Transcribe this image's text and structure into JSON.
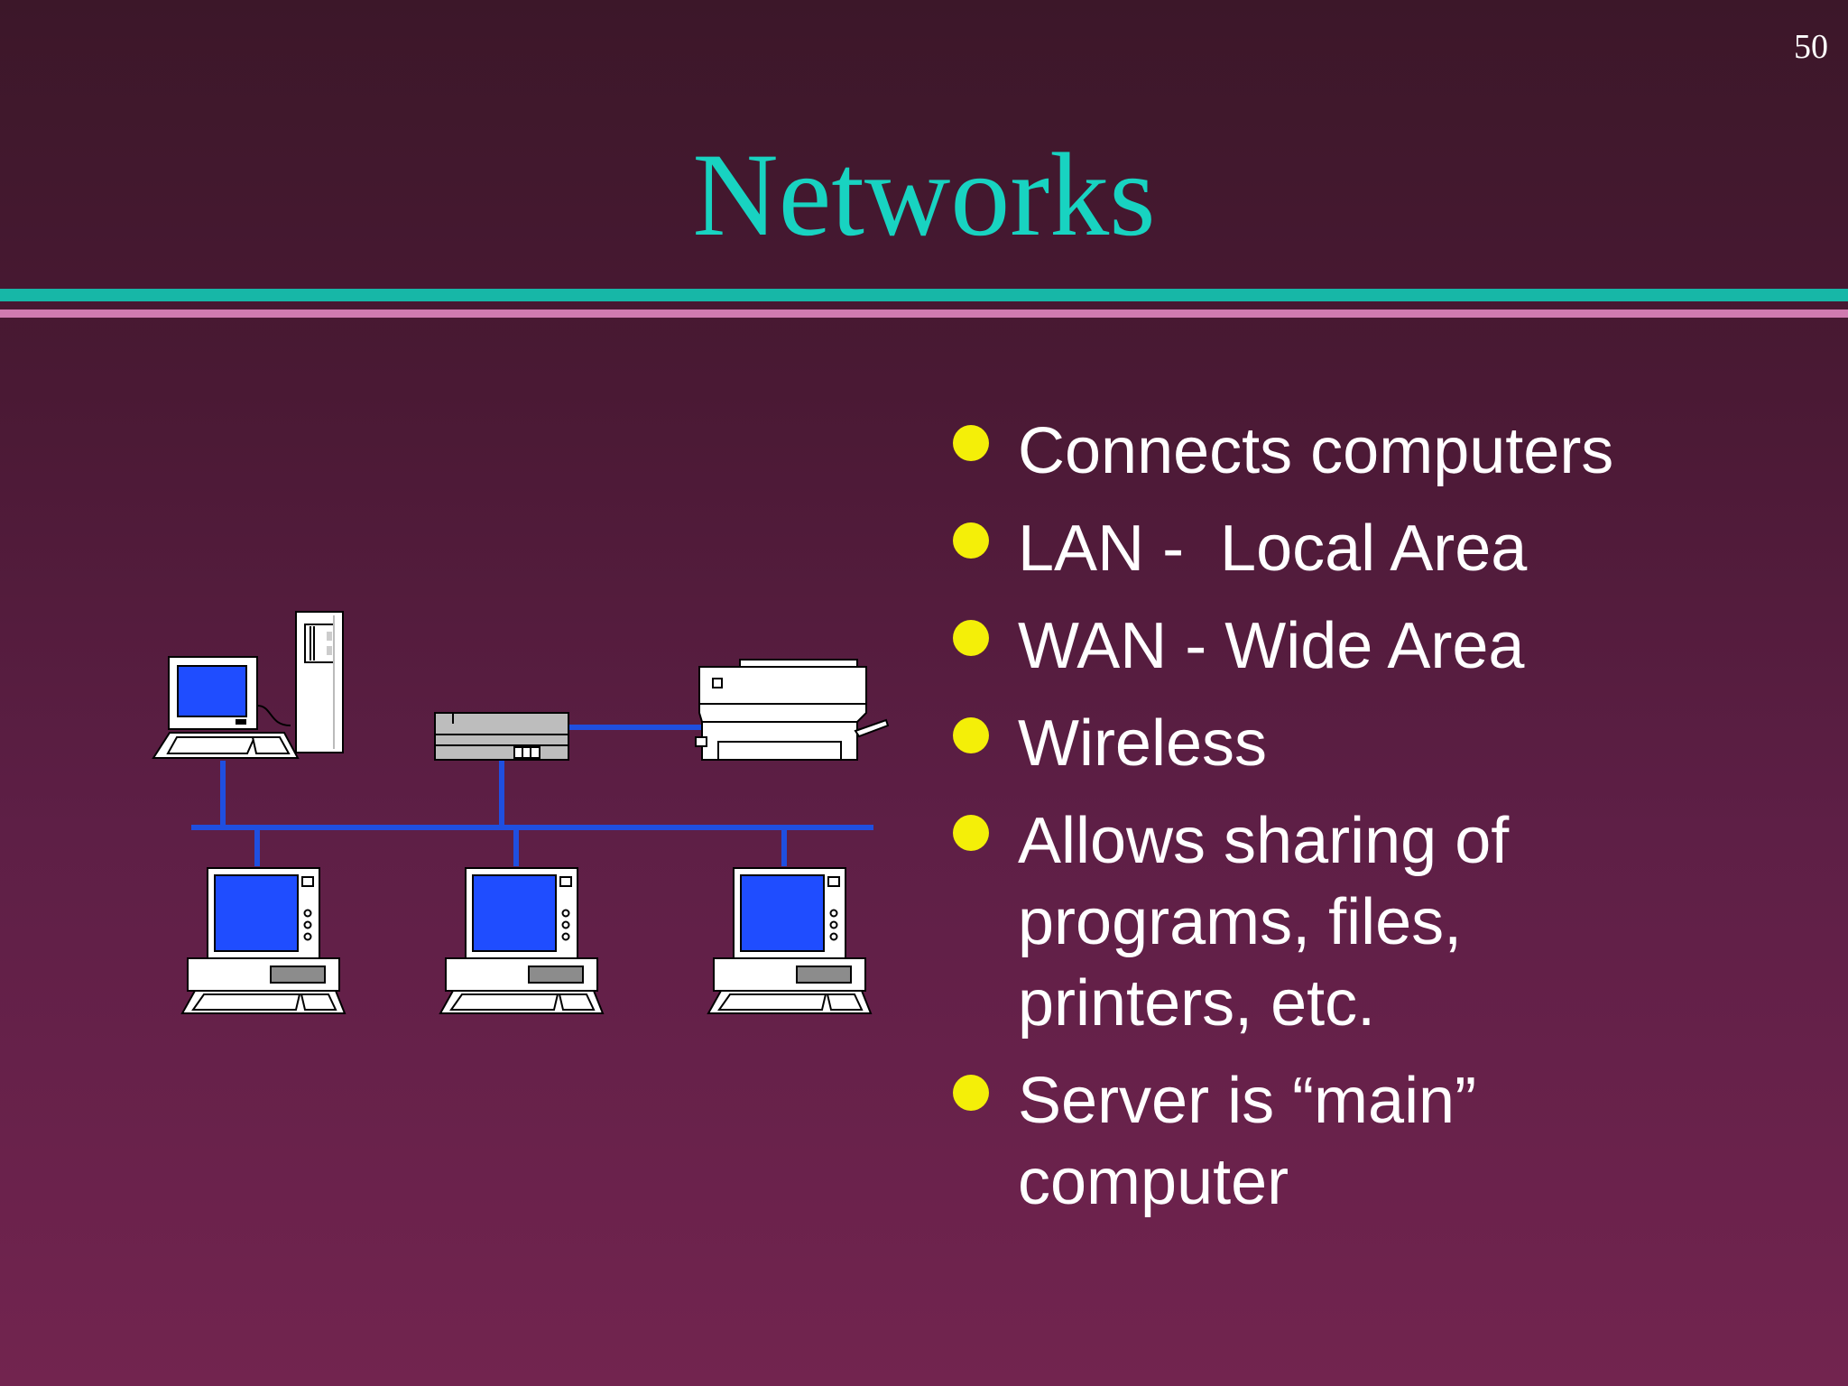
{
  "slide_number": "50",
  "title": "Networks",
  "colors": {
    "title": "#18d3c1",
    "bullet": "#f4ef08",
    "cable": "#1f4fe0",
    "screen": "#1f4dff",
    "rule_teal": "#17b7a7",
    "rule_pink": "#d07bb0"
  },
  "diagram": {
    "icons": [
      "desktop-computer-icon",
      "tower-server-icon",
      "network-hub-icon",
      "printer-icon",
      "workstation-icon",
      "workstation-icon",
      "workstation-icon"
    ]
  },
  "bullets": [
    {
      "lines": [
        "Connects computers"
      ]
    },
    {
      "lines": [
        "LAN -  Local Area"
      ]
    },
    {
      "lines": [
        "WAN - Wide Area"
      ]
    },
    {
      "lines": [
        "Wireless"
      ]
    },
    {
      "lines": [
        "Allows sharing of",
        "programs, files,",
        "printers, etc."
      ]
    },
    {
      "lines": [
        "Server is “main”",
        "computer"
      ]
    }
  ]
}
